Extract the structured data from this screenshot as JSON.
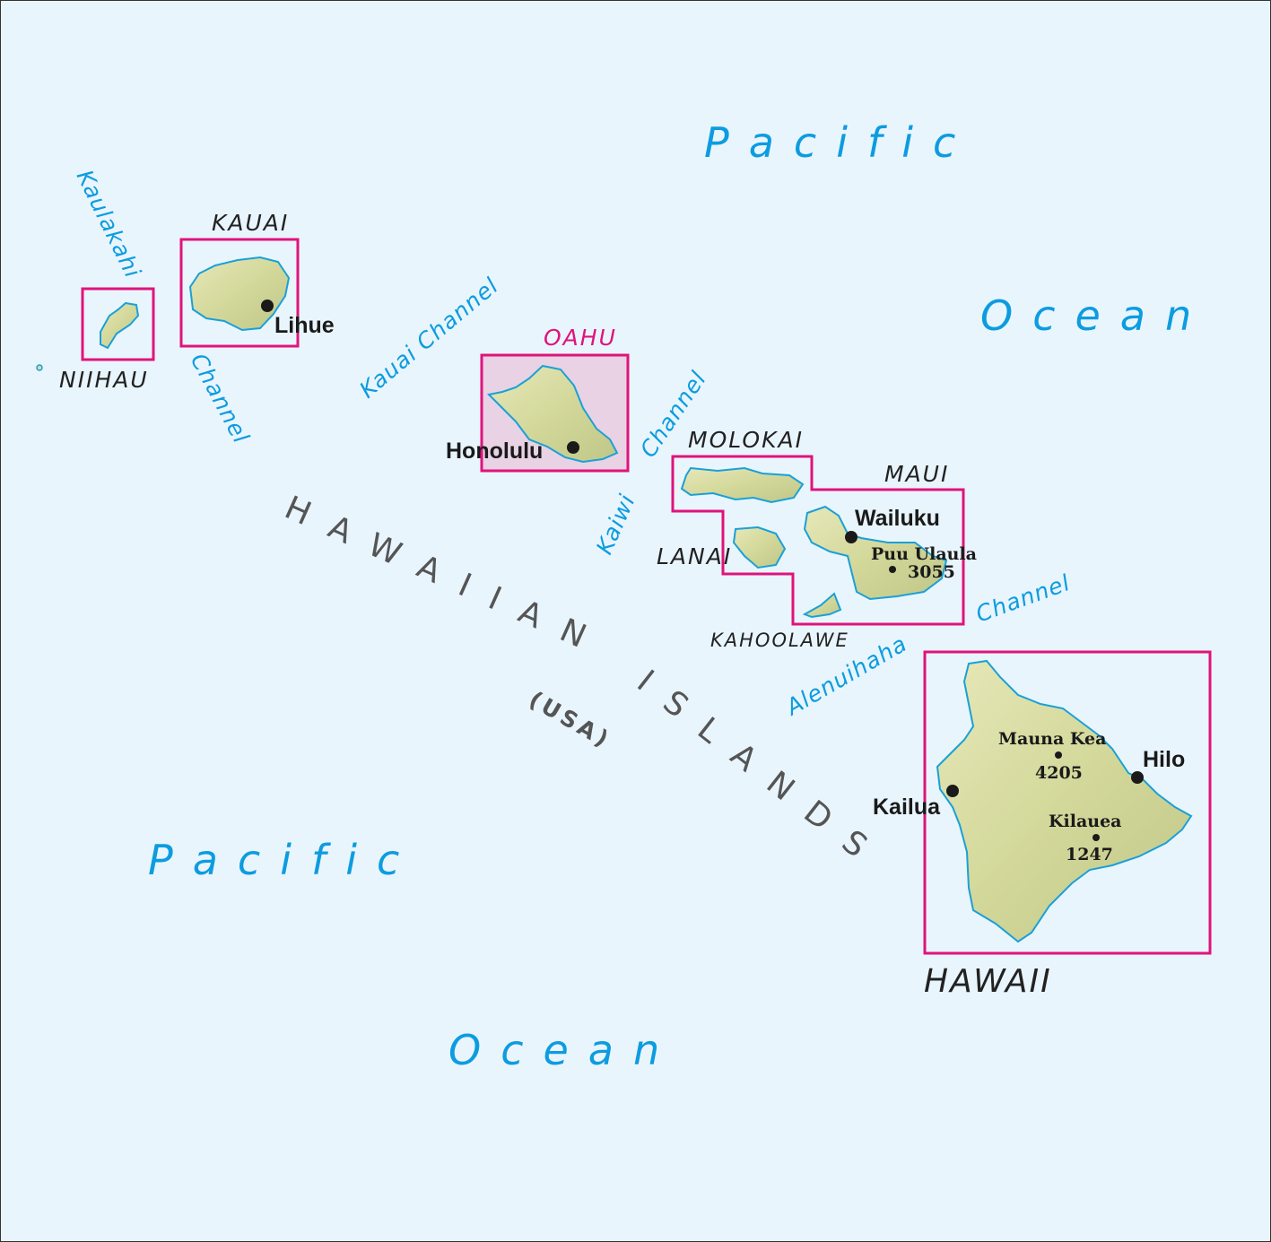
{
  "colors": {
    "sea": "#e9f5fd",
    "land": "#d8dca2",
    "coast": "#1aa0d8",
    "highlight": "#e0137c",
    "water_label": "#0c9ce0"
  },
  "oceans": [
    "Pacific",
    "Ocean",
    "Pacific",
    "Ocean"
  ],
  "chain": {
    "name1": "HAWAIIAN",
    "name2": "ISLANDS",
    "country": "(USA)"
  },
  "channels": {
    "kaulakahi_1": "Kaulakahi",
    "kaulakahi_2": "Channel",
    "kauai": "Kauai Channel",
    "kaiwi_1": "Kaiwi",
    "kaiwi_2": "Channel",
    "alenuihaha_1": "Alenuihaha",
    "alenuihaha_2": "Channel"
  },
  "islands": {
    "niihau": "NIIHAU",
    "kauai": "KAUAI",
    "oahu": "OAHU",
    "molokai": "MOLOKAI",
    "maui": "MAUI",
    "lanai": "LANAI",
    "kahoolawe": "KAHOOLAWE",
    "hawaii": "HAWAII"
  },
  "cities": {
    "lihue": "Lihue",
    "honolulu": "Honolulu",
    "wailuku": "Wailuku",
    "kailua": "Kailua",
    "hilo": "Hilo"
  },
  "peaks": [
    {
      "name": "Puu Ulaula",
      "elevation": "3055"
    },
    {
      "name": "Mauna Kea",
      "elevation": "4205"
    },
    {
      "name": "Kilauea",
      "elevation": "1247"
    }
  ]
}
